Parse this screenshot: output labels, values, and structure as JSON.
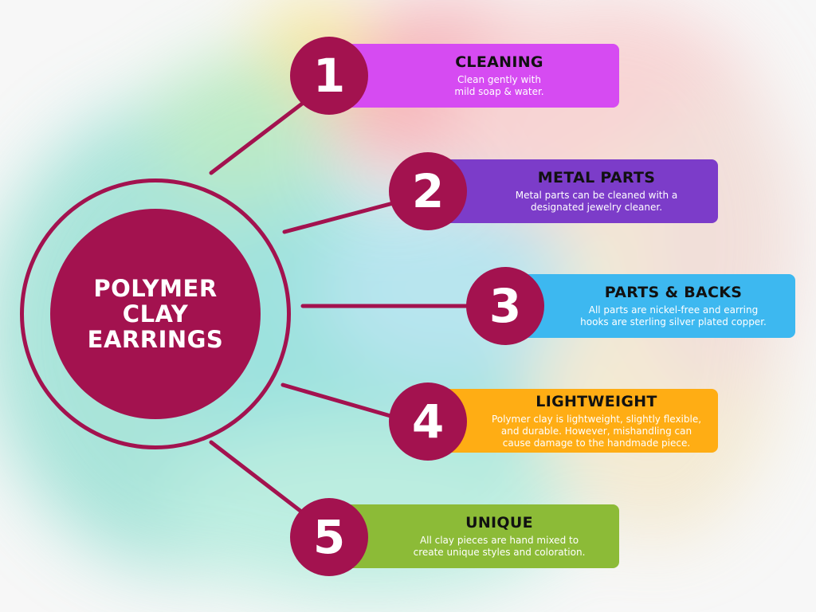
{
  "colors": {
    "accent": "#a3124f",
    "card_1": "#d64bf2",
    "card_2": "#7c3cc9",
    "card_3": "#3db8f0",
    "card_4": "#ffad14",
    "card_5": "#8cbb37"
  },
  "center": {
    "title": "POLYMER\nCLAY\nEARRINGS"
  },
  "items": [
    {
      "number": "1",
      "title": "CLEANING",
      "description": "Clean gently with\nmild soap & water."
    },
    {
      "number": "2",
      "title": "METAL PARTS",
      "description": "Metal parts can be cleaned with a\ndesignated jewelry cleaner."
    },
    {
      "number": "3",
      "title": "PARTS & BACKS",
      "description": "All parts are nickel-free and earring\nhooks are sterling silver plated copper."
    },
    {
      "number": "4",
      "title": "LIGHTWEIGHT",
      "description": "Polymer clay is lightweight, slightly flexible,\nand durable. However, mishandling can\ncause damage to the handmade piece."
    },
    {
      "number": "5",
      "title": "UNIQUE",
      "description": "All clay pieces are hand mixed to\ncreate unique styles and coloration."
    }
  ]
}
